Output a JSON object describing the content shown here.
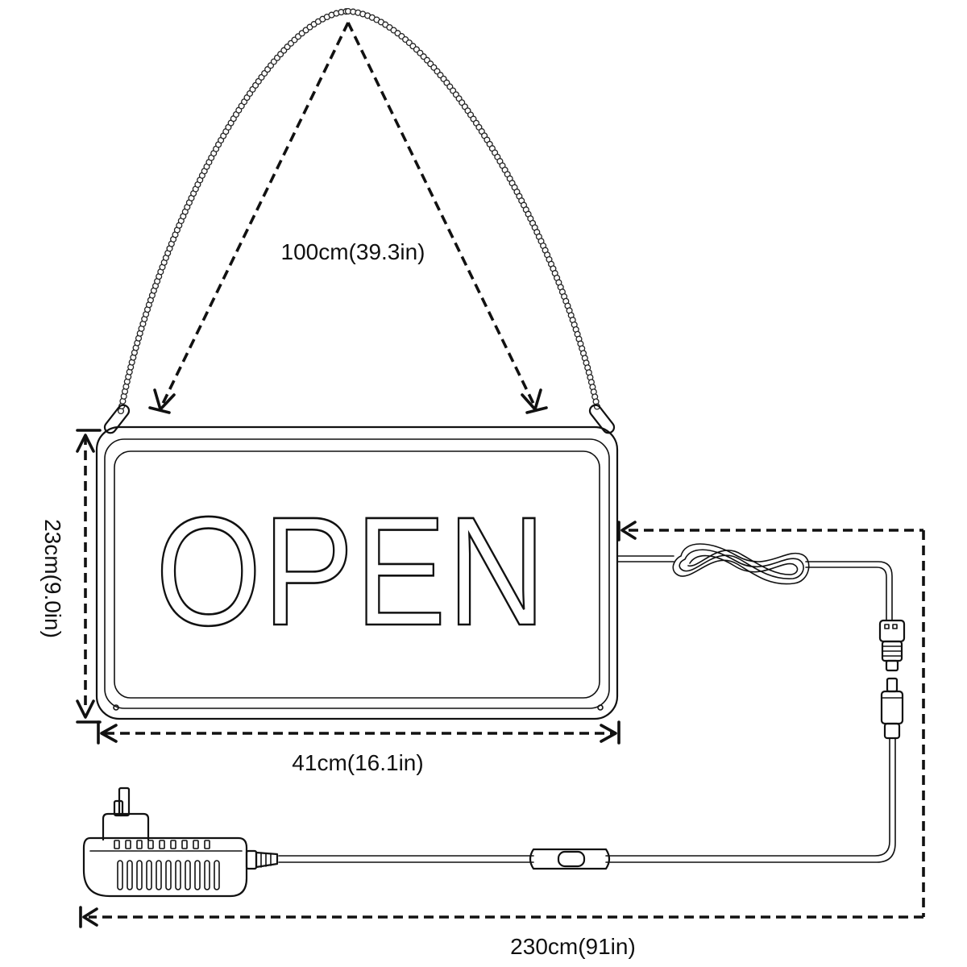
{
  "sign": {
    "text": "OPEN"
  },
  "dimensions": {
    "chain_length": "100cm(39.3in)",
    "height": "23cm(9.0in)",
    "width": "41cm(16.1in)",
    "cable_length": "230cm(91in)"
  },
  "icons": {
    "chain": "chain-icon",
    "adapter": "power-adapter-icon",
    "switch": "inline-switch-icon",
    "connector": "dc-connector-icon",
    "coil": "coiled-cable-icon"
  },
  "colors": {
    "line": "#111111",
    "background": "#ffffff"
  }
}
